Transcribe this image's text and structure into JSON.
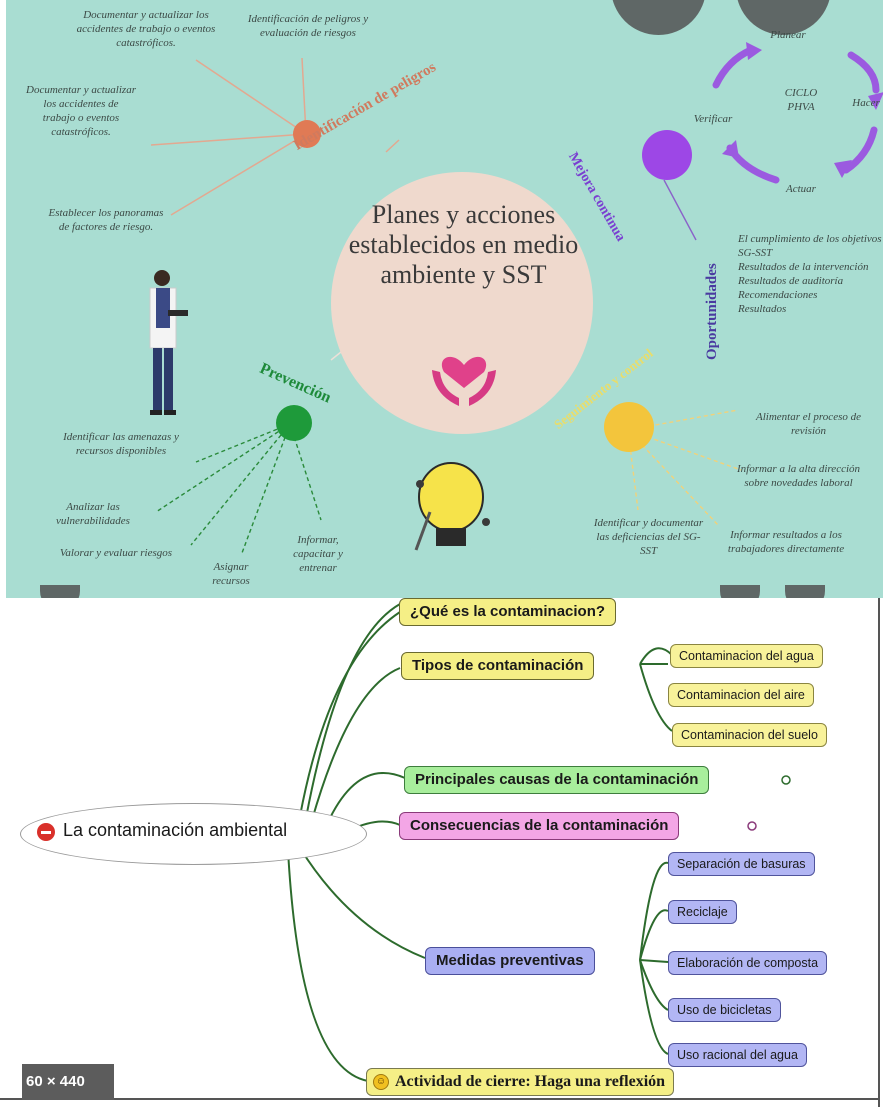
{
  "infographic": {
    "center_title": "Planes y acciones establecidos en medio ambiente y SST",
    "nodes": {
      "identificacion": "Identificación de peligros",
      "prevencion": "Prevención",
      "mejora": "Mejora continua",
      "oportunidades": "Oportunidades",
      "seguimiento": "Seguimiento y control"
    },
    "ciclo": {
      "title": "CICLO PHVA",
      "planear": "Planear",
      "hacer": "Hacer",
      "verificar": "Verificar",
      "actuar": "Actuar"
    },
    "top_left_notes": [
      "Documentar y actualizar los accidentes de trabajo o eventos catastróficos.",
      "Identificación de peligros y evaluación de riesgos",
      "Documentar y actualizar los accidentes de trabajo o eventos catastróficos.",
      "Establecer los panoramas de factores de riesgo."
    ],
    "prevencion_notes": [
      "Identificar las amenazas y recursos disponibles",
      "Analizar las vulnerabilidades",
      "Valorar y evaluar riesgos",
      "Asignar recursos",
      "Informar, capacitar y entrenar"
    ],
    "oportunidades_notes": [
      "El cumplimiento de los objetivos SG-SST",
      "Resultados de la intervención",
      "Resultados de auditoría",
      "Recomendaciones",
      "Resultados"
    ],
    "seguimiento_notes": [
      "Identificar y documentar las deficiencias del SG-SST",
      "Alimentar el proceso de revisión",
      "Informar a la alta dirección sobre novedades laboral",
      "Informar resultados a los trabajadores directamente"
    ]
  },
  "mindmap": {
    "root": "La contaminación ambiental",
    "que_es": "¿Qué es la contaminacion?",
    "tipos": {
      "label": "Tipos de contaminación",
      "children": [
        "Contaminacion del agua",
        "Contaminacion del aire",
        "Contaminacion del suelo"
      ]
    },
    "causas": "Principales causas de la contaminación",
    "consecuencias": "Consecuencias de la contaminación",
    "medidas": {
      "label": "Medidas preventivas",
      "children": [
        "Separación de basuras",
        "Reciclaje",
        "Elaboración de composta",
        "Uso de bicicletas",
        "Uso racional del agua"
      ]
    },
    "cierre": "Actividad de cierre: Haga una reflexión",
    "size_badge": "60 × 440"
  },
  "colors": {
    "panel_bg": "#a9ddd2",
    "orange_node": "#e07a55",
    "green_node": "#1e9a3a",
    "purple_node": "#9d47e6",
    "yellow_node": "#f3c53c",
    "branch_green": "#2d6b2d"
  }
}
